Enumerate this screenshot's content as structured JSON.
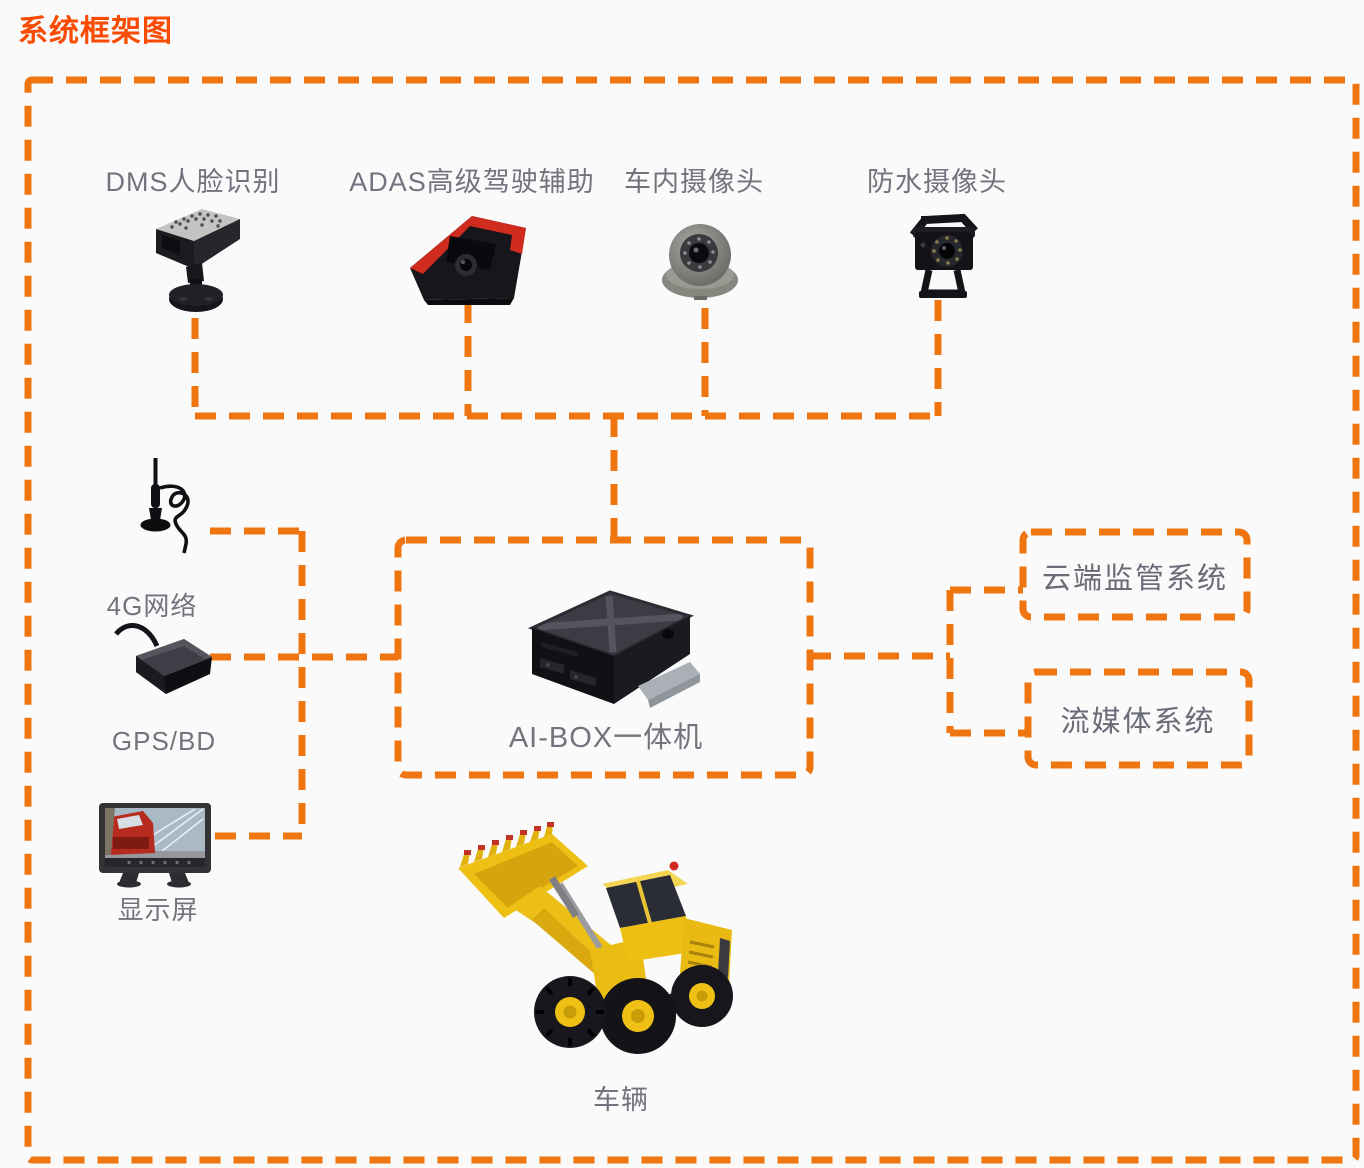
{
  "title": "系统框架图",
  "colors": {
    "accent_orange": "#ee750f",
    "title_orange": "#f94b02",
    "label_gray": "#73737d",
    "box_label_gray": "#696b76",
    "vehicle_yellow": "#eec013",
    "adas_red": "#cf2b1f"
  },
  "sensors": {
    "dms": {
      "label": "DMS人脸识别",
      "icon": "dms-face-camera-icon"
    },
    "adas": {
      "label": "ADAS高级驾驶辅助",
      "icon": "adas-camera-icon"
    },
    "incar": {
      "label": "车内摄像头",
      "icon": "dome-camera-icon"
    },
    "waterproof": {
      "label": "防水摄像头",
      "icon": "waterproof-camera-icon"
    }
  },
  "peripherals": {
    "network": {
      "label": "4G网络",
      "icon": "4g-antenna-icon"
    },
    "gps": {
      "label": "GPS/BD",
      "icon": "gps-antenna-icon"
    },
    "screen": {
      "label": "显示屏",
      "icon": "monitor-icon"
    }
  },
  "center": {
    "aibox": {
      "label": "AI-BOX一体机",
      "icon": "ai-box-device-icon"
    }
  },
  "platforms": {
    "cloud": {
      "label": "云端监管系统"
    },
    "media": {
      "label": "流媒体系统"
    }
  },
  "vehicle": {
    "label": "车辆",
    "icon": "wheel-loader-icon"
  }
}
